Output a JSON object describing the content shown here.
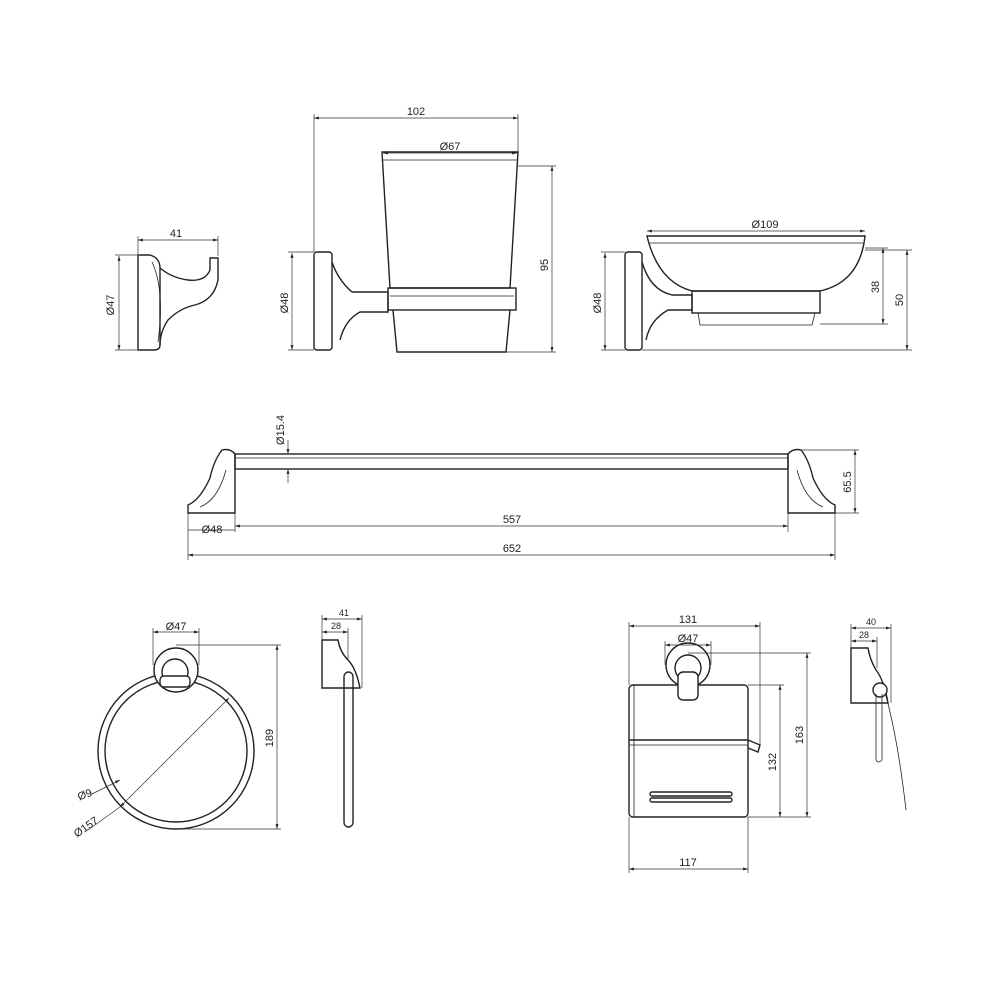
{
  "dimensions": {
    "robe_hook": {
      "width": "41",
      "base_dia": "Ø47"
    },
    "tumbler_holder": {
      "width": "102",
      "cup_dia": "Ø67",
      "height": "95",
      "base_dia": "Ø48"
    },
    "soap_dish": {
      "dish_dia": "Ø109",
      "dish_height": "38",
      "overall_height": "50",
      "base_dia": "Ø48"
    },
    "towel_bar": {
      "bar_dia": "Ø15.4",
      "base_dia": "Ø48",
      "center_length": "557",
      "overall_length": "652",
      "depth": "65.5"
    },
    "towel_ring": {
      "base_dia": "Ø47",
      "height": "189",
      "rod_dia": "Ø9",
      "ring_dia": "Ø157",
      "side_depth": "41",
      "side_base": "28"
    },
    "paper_holder": {
      "width": "131",
      "base_dia": "Ø47",
      "height": "163",
      "cover_height": "132",
      "cover_width": "117",
      "side_depth": "40",
      "side_base": "28"
    }
  }
}
